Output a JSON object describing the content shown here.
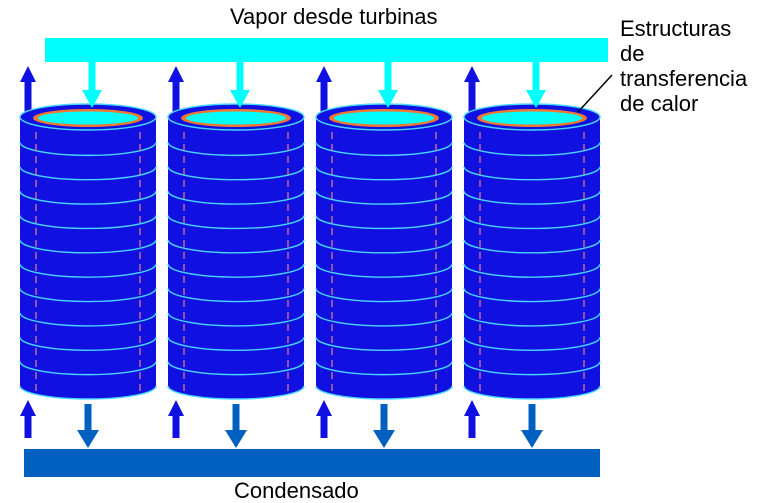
{
  "labels": {
    "steam_in": "Vapor desde turbinas",
    "condensate_out": "Condensado",
    "heat_transfer_lines": [
      "Estructuras",
      "de",
      "transferencia",
      "de calor"
    ]
  },
  "colors": {
    "steam_header": "#00ffff",
    "condensate_header": "#0060c0",
    "cylinder_body": "#1010e0",
    "cylinder_rings": "#48d8ff",
    "cylinder_rim": "#f07830",
    "cylinder_seam": "#f08080",
    "steam_arrow": "#00ffff",
    "condensate_arrow": "#0060c0",
    "cooling_arrow": "#1010e0"
  },
  "diagram": {
    "structure_count": 4,
    "rings_per_structure": 11
  }
}
